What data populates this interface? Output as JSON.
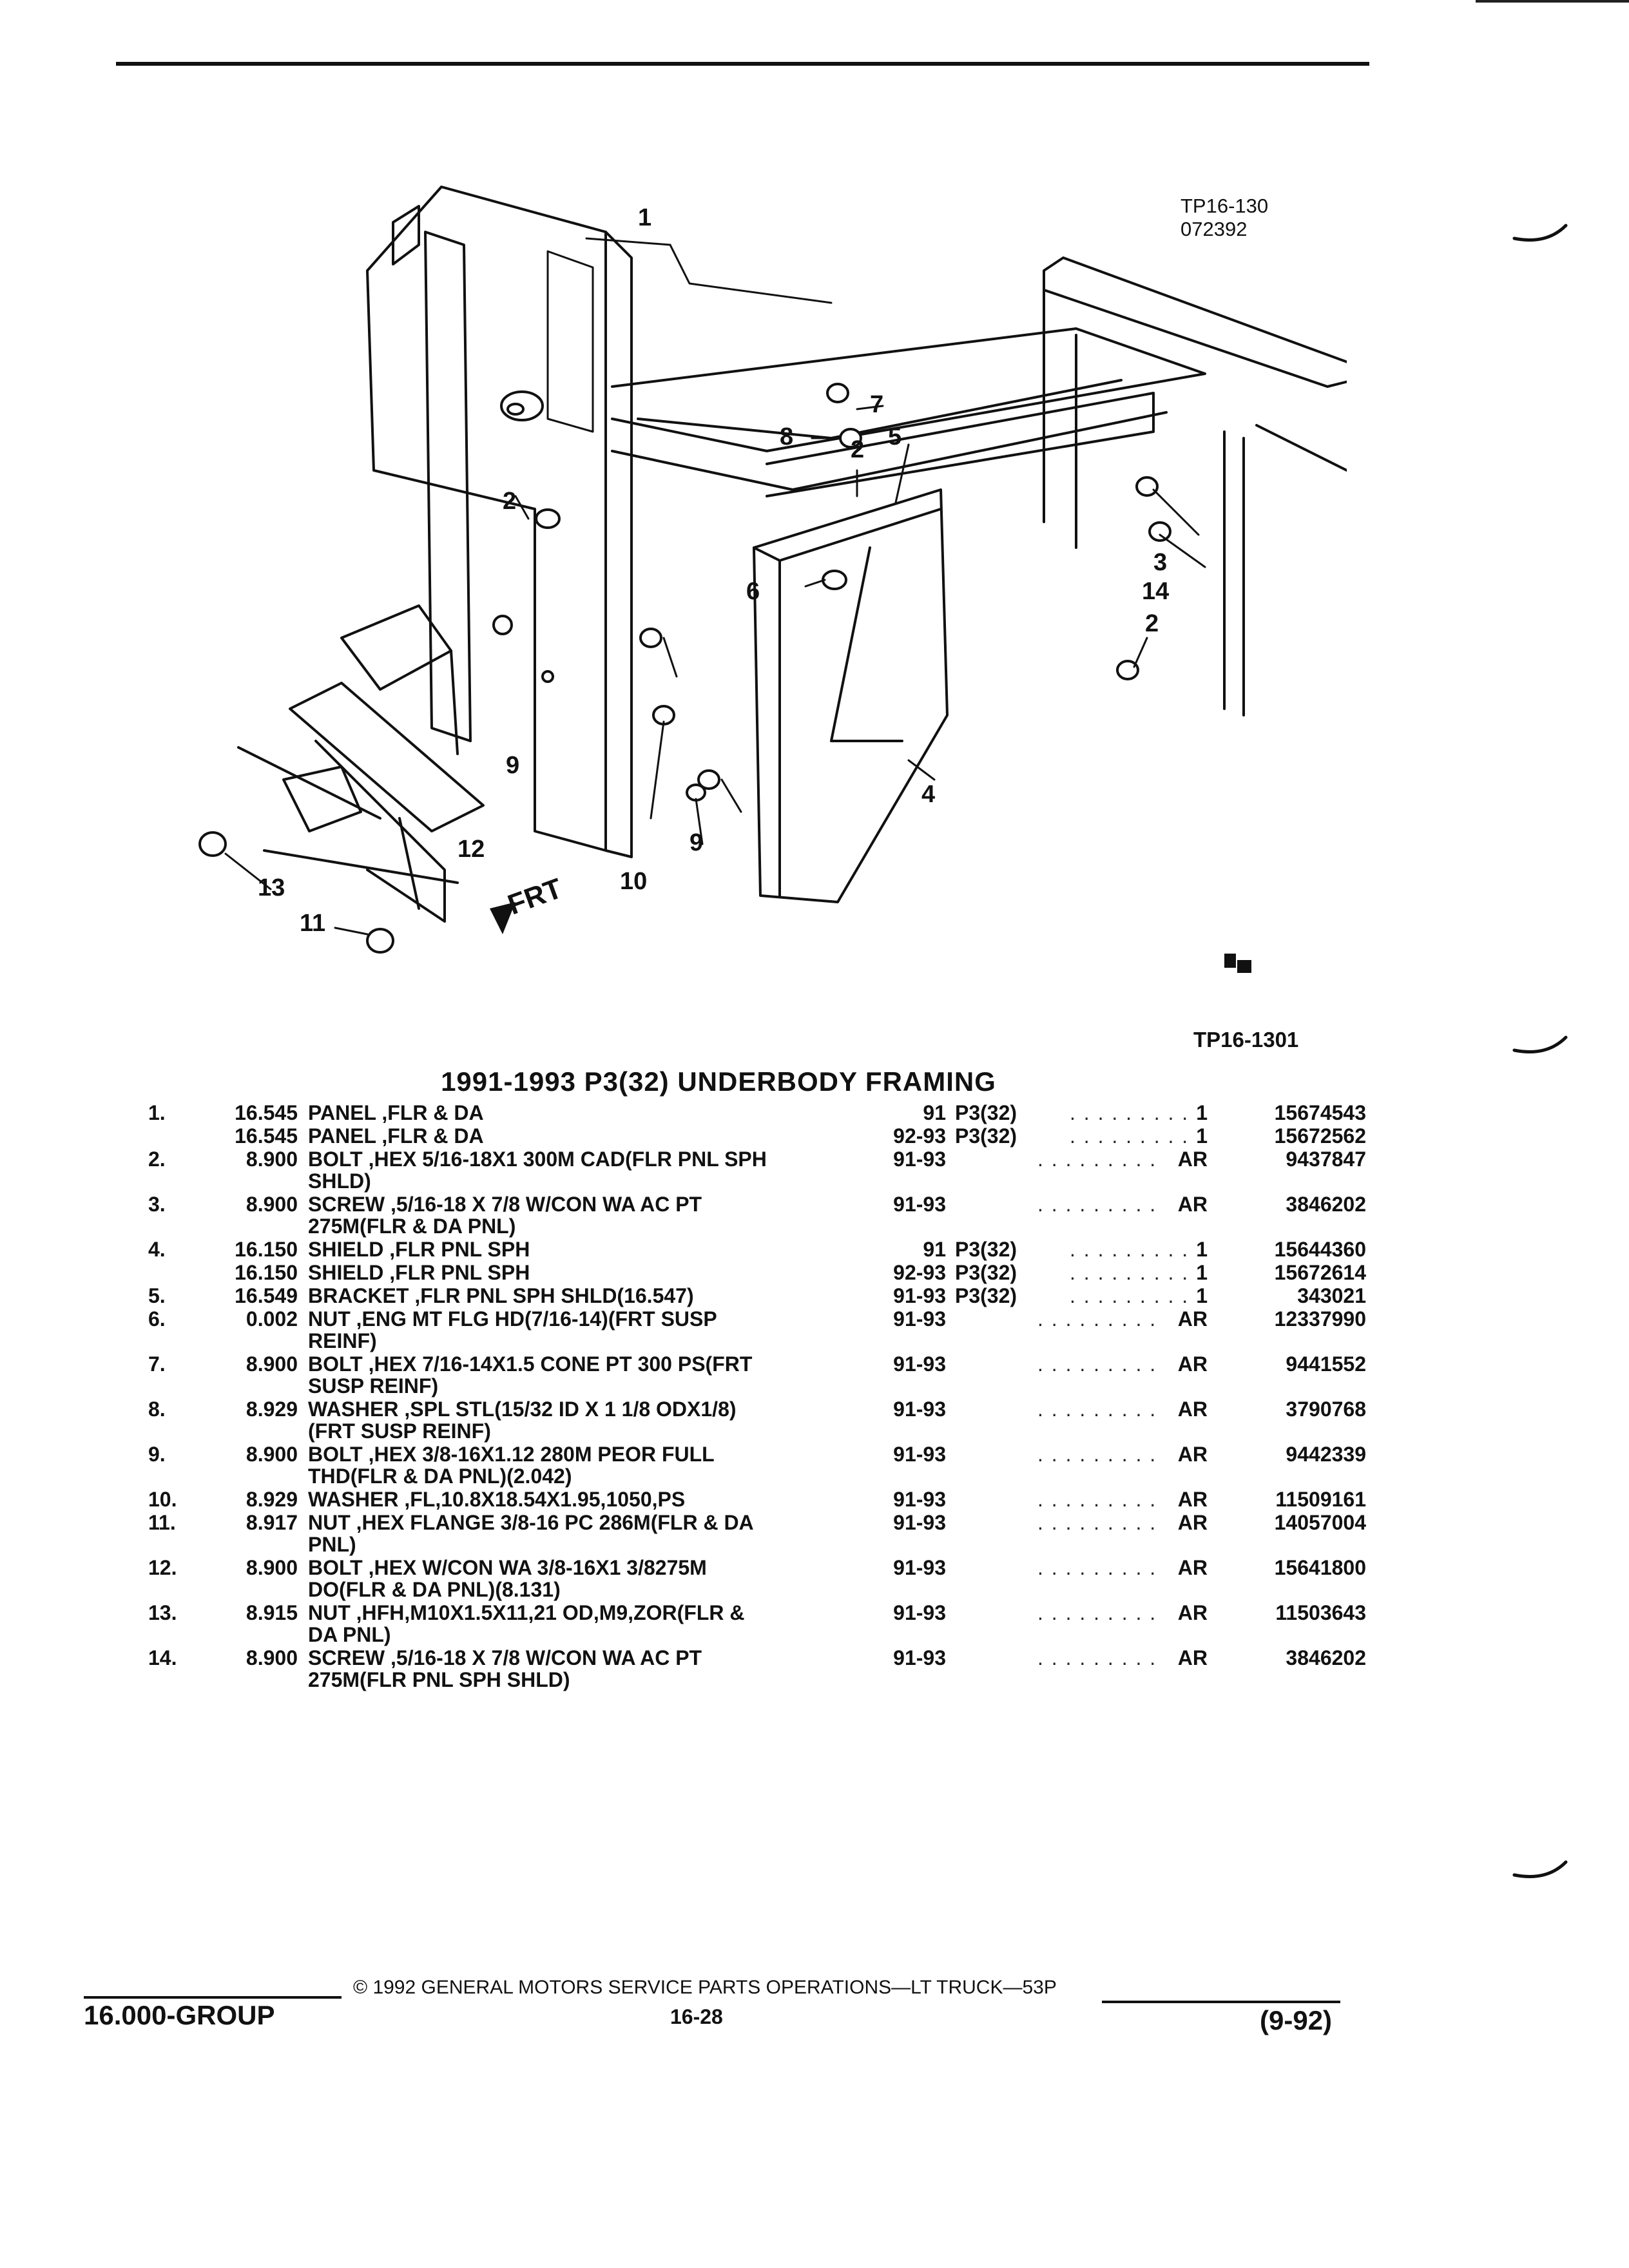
{
  "header": {
    "ref_top_line1": "TP16-130",
    "ref_top_line2": "072392"
  },
  "diagram": {
    "callouts": [
      "1",
      "7",
      "8",
      "2",
      "5",
      "3",
      "14",
      "2",
      "2",
      "6",
      "9",
      "12",
      "9",
      "10",
      "13",
      "11",
      "4"
    ],
    "front_label": "FRT",
    "ref_bottom": "TP16-1301"
  },
  "title": "1991-1993 P3(32) UNDERBODY FRAMING",
  "parts": [
    {
      "num": "1.",
      "group": "16.545",
      "desc": "PANEL ,FLR & DA",
      "year": "91",
      "model": "P3(32)",
      "qty": "1",
      "part": "15674543"
    },
    {
      "num": "",
      "group": "16.545",
      "desc": "PANEL ,FLR & DA",
      "year": "92-93",
      "model": "P3(32)",
      "qty": "1",
      "part": "15672562"
    },
    {
      "num": "2.",
      "group": "8.900",
      "desc": "BOLT ,HEX 5/16-18X1 300M CAD(FLR PNL SPH\nSHLD)",
      "year": "91-93",
      "model": "",
      "qty": "AR",
      "part": "9437847"
    },
    {
      "num": "3.",
      "group": "8.900",
      "desc": "SCREW ,5/16-18 X 7/8 W/CON WA AC PT\n275M(FLR & DA PNL)",
      "year": "91-93",
      "model": "",
      "qty": "AR",
      "part": "3846202"
    },
    {
      "num": "4.",
      "group": "16.150",
      "desc": "SHIELD ,FLR PNL SPH",
      "year": "91",
      "model": "P3(32)",
      "qty": "1",
      "part": "15644360"
    },
    {
      "num": "",
      "group": "16.150",
      "desc": "SHIELD ,FLR PNL SPH",
      "year": "92-93",
      "model": "P3(32)",
      "qty": "1",
      "part": "15672614"
    },
    {
      "num": "5.",
      "group": "16.549",
      "desc": "BRACKET ,FLR PNL SPH SHLD(16.547)",
      "year": "91-93",
      "model": "P3(32)",
      "qty": "1",
      "part": "343021"
    },
    {
      "num": "6.",
      "group": "0.002",
      "desc": "NUT ,ENG MT FLG HD(7/16-14)(FRT SUSP\nREINF)",
      "year": "91-93",
      "model": "",
      "qty": "AR",
      "part": "12337990"
    },
    {
      "num": "7.",
      "group": "8.900",
      "desc": "BOLT ,HEX 7/16-14X1.5 CONE PT 300 PS(FRT\nSUSP REINF)",
      "year": "91-93",
      "model": "",
      "qty": "AR",
      "part": "9441552"
    },
    {
      "num": "8.",
      "group": "8.929",
      "desc": "WASHER ,SPL STL(15/32 ID X 1 1/8 ODX1/8)\n(FRT SUSP REINF)",
      "year": "91-93",
      "model": "",
      "qty": "AR",
      "part": "3790768"
    },
    {
      "num": "9.",
      "group": "8.900",
      "desc": "BOLT ,HEX 3/8-16X1.12 280M PEOR FULL\nTHD(FLR & DA PNL)(2.042)",
      "year": "91-93",
      "model": "",
      "qty": "AR",
      "part": "9442339"
    },
    {
      "num": "10.",
      "group": "8.929",
      "desc": "WASHER ,FL,10.8X18.54X1.95,1050,PS",
      "year": "91-93",
      "model": "",
      "qty": "AR",
      "part": "11509161"
    },
    {
      "num": "11.",
      "group": "8.917",
      "desc": "NUT ,HEX FLANGE 3/8-16 PC 286M(FLR & DA\nPNL)",
      "year": "91-93",
      "model": "",
      "qty": "AR",
      "part": "14057004"
    },
    {
      "num": "12.",
      "group": "8.900",
      "desc": "BOLT ,HEX W/CON WA 3/8-16X1 3/8275M\nDO(FLR & DA PNL)(8.131)",
      "year": "91-93",
      "model": "",
      "qty": "AR",
      "part": "15641800"
    },
    {
      "num": "13.",
      "group": "8.915",
      "desc": "NUT ,HFH,M10X1.5X11,21 OD,M9,ZOR(FLR &\nDA PNL)",
      "year": "91-93",
      "model": "",
      "qty": "AR",
      "part": "11503643"
    },
    {
      "num": "14.",
      "group": "8.900",
      "desc": "SCREW ,5/16-18 X 7/8 W/CON WA AC PT\n275M(FLR PNL SPH SHLD)",
      "year": "91-93",
      "model": "",
      "qty": "AR",
      "part": "3846202"
    }
  ],
  "footer": {
    "group": "16.000-GROUP",
    "copyright": "© 1992 GENERAL MOTORS SERVICE PARTS OPERATIONS—LT TRUCK—53P",
    "page": "16-28",
    "date": "(9-92)"
  }
}
